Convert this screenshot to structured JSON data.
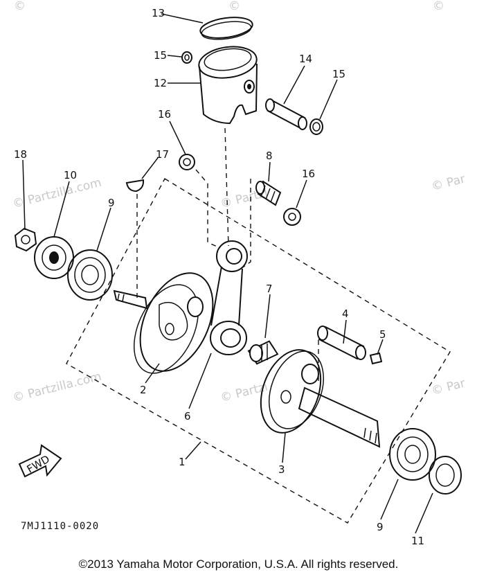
{
  "watermark": {
    "partzilla_small": "©",
    "partzilla_long": "© Partzilla.com",
    "partzilla_cut": "© Par",
    "partzilla_cut2": "© Partzi"
  },
  "callouts": {
    "c13": "13",
    "c15a": "15",
    "c12": "12",
    "c14": "14",
    "c15b": "15",
    "c16a": "16",
    "c17": "17",
    "c8": "8",
    "c16b": "16",
    "c18": "18",
    "c10": "10",
    "c9a": "9",
    "c7": "7",
    "c4": "4",
    "c5": "5",
    "c2": "2",
    "c6": "6",
    "c3": "3",
    "c1": "1",
    "c9b": "9",
    "c11": "11"
  },
  "fwd_label": "FWD",
  "diagram_code": "7MJ1110-0020",
  "copyright": "©2013  Yamaha Motor Corporation, U.S.A. All rights reserved.",
  "colors": {
    "ink": "#111111",
    "watermark": "#c9c9c9",
    "background": "#ffffff"
  }
}
